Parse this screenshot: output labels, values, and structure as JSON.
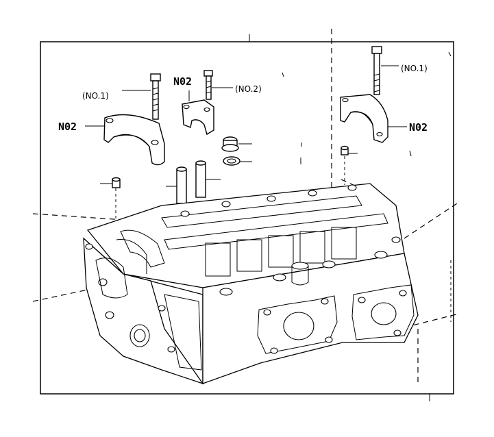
{
  "labels": {
    "n02_left": "N02",
    "n02_center": "N02",
    "n02_right": "N02",
    "no1_left": "(NO.1)",
    "no2_center": "(NO.2)",
    "no1_right": "(NO.1)"
  },
  "colors": {
    "line": "#000000",
    "background": "#ffffff"
  }
}
